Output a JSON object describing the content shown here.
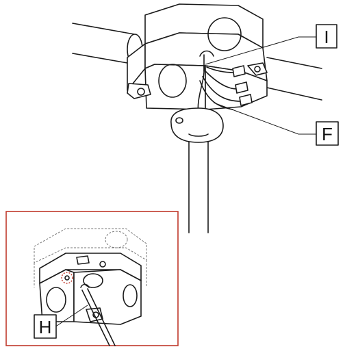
{
  "callouts": {
    "upper_right": "I",
    "lower_right": "F",
    "inset": "H"
  },
  "colors": {
    "line": "#1a1a1a",
    "inset_border": "#c0392b",
    "highlight": "#c0392b",
    "background": "#ffffff"
  }
}
